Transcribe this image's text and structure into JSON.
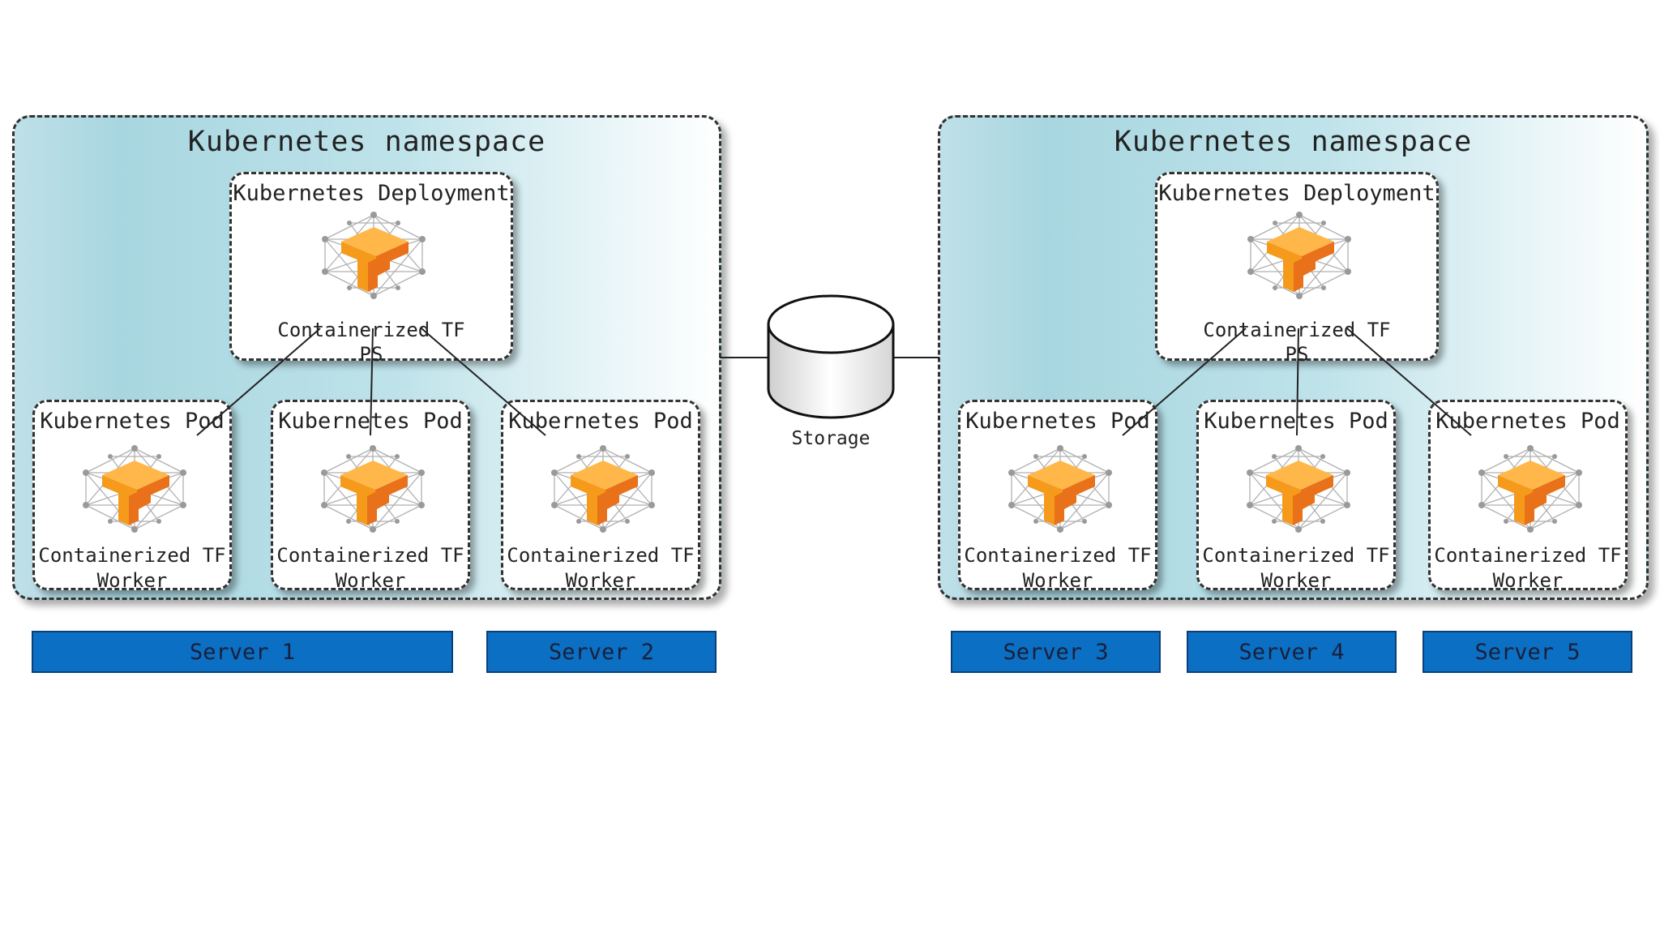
{
  "namespace_title": "Kubernetes namespace",
  "deployment_title": "Kubernetes Deployment",
  "ps_label_line1": "Containerized TF",
  "ps_label_line2": "PS",
  "pod_title": "Kubernetes Pod",
  "worker_label_line1": "Containerized TF",
  "worker_label_line2": "Worker",
  "storage_label": "Storage",
  "servers": [
    "Server 1",
    "Server 2",
    "Server 3",
    "Server 4",
    "Server 5"
  ],
  "colors": {
    "server_fill": "#0b6fc3",
    "namespace_gradient": "#a8d6e0",
    "logo_orange": "#f7931e"
  },
  "icons": [
    "tensorflow-logo-icon",
    "storage-cylinder-icon"
  ]
}
